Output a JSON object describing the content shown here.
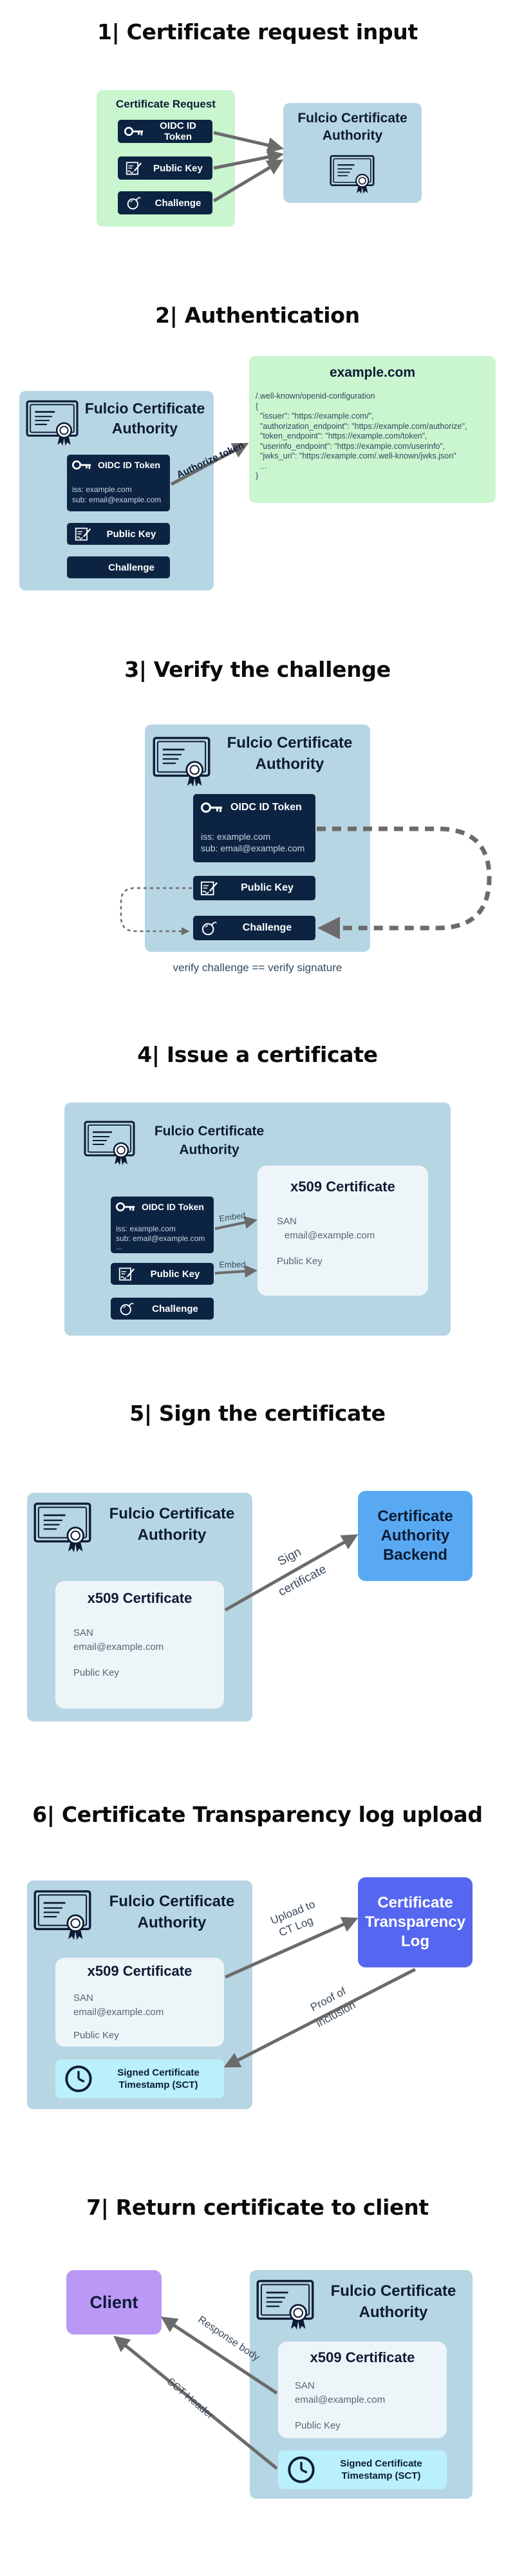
{
  "s1": {
    "title": "1| Certificate request input",
    "request_label": "Certificate Request",
    "items": [
      "OIDC ID Token",
      "Public Key",
      "Challenge"
    ],
    "authority": "Fulcio Certificate Authority"
  },
  "s2": {
    "title": "2| Authentication",
    "authority": "Fulcio Certificate Authority",
    "token": "OIDC ID Token",
    "iss": "iss: example.com",
    "sub": "sub: email@example.com",
    "public_key": "Public Key",
    "challenge": "Challenge",
    "edge": "Authorize token",
    "domain": "example.com",
    "config_lines": [
      "/.well-known/openid-configuration",
      "{",
      "  \"issuer\": \"https://example.com/\",",
      "  \"authorization_endpoint\": \"https://example.com/authorize\",",
      "  \"token_endpoint\": \"https://example.com/token\",",
      "  \"userinfo_endpoint\": \"https://example.com/userinfo\",",
      "  \"jwks_uri\": \"https://example.com/.well-known/jwks.json\"",
      "  ...",
      "}"
    ]
  },
  "s3": {
    "title": "3| Verify the challenge",
    "authority": "Fulcio Certificate Authority",
    "token": "OIDC ID Token",
    "iss": "iss: example.com",
    "sub": "sub: email@example.com",
    "public_key": "Public Key",
    "challenge": "Challenge",
    "caption": "verify challenge == verify signature"
  },
  "s4": {
    "title": "4| Issue a certificate",
    "authority": "Fulcio Certificate Authority",
    "token": "OIDC ID Token",
    "iss": "iss: example.com",
    "sub": "sub: email@example.com",
    "ellipsis": "...",
    "public_key": "Public Key",
    "challenge": "Challenge",
    "embed1": "Embed",
    "embed2": "Embed",
    "cert_title": "x509 Certificate",
    "san": "SAN",
    "email": "email@example.com",
    "cert_pk": "Public Key"
  },
  "s5": {
    "title": "5| Sign the certificate",
    "authority": "Fulcio Certificate Authority",
    "cert_title": "x509 Certificate",
    "san": "SAN",
    "email": "email@example.com",
    "cert_pk": "Public Key",
    "edge_1": "Sign",
    "edge_2": "certificate",
    "backend": "Certificate Authority Backend"
  },
  "s6": {
    "title": "6| Certificate Transparency log upload",
    "authority": "Fulcio Certificate Authority",
    "cert_title": "x509 Certificate",
    "san": "SAN",
    "email": "email@example.com",
    "cert_pk": "Public Key",
    "sct": "Signed Certificate Timestamp (SCT)",
    "upload_1": "Upload to",
    "upload_2": "CT Log",
    "proof_1": "Proof of",
    "proof_2": "inclusion",
    "ctlog": "Certificate Transparency Log"
  },
  "s7": {
    "title": "7| Return certificate to client",
    "client": "Client",
    "authority": "Fulcio Certificate Authority",
    "cert_title": "x509 Certificate",
    "san": "SAN",
    "email": "email@example.com",
    "cert_pk": "Public Key",
    "sct": "Signed Certificate Timestamp (SCT)",
    "response": "Response body",
    "sct_header": "SCT Header"
  },
  "colors": {
    "authority_bg": "#b7d6e4",
    "request_bg": "#c9f5cf",
    "navy": "#0c2442",
    "backend": "#58a9f2",
    "ctlog": "#5566f0",
    "client": "#bb98f5",
    "sct_bg": "#b9f0fb",
    "arrow": "#6b6b6b"
  },
  "icons": [
    "key-icon",
    "signature-icon",
    "bomb-icon",
    "certificate-icon",
    "clock-icon"
  ]
}
